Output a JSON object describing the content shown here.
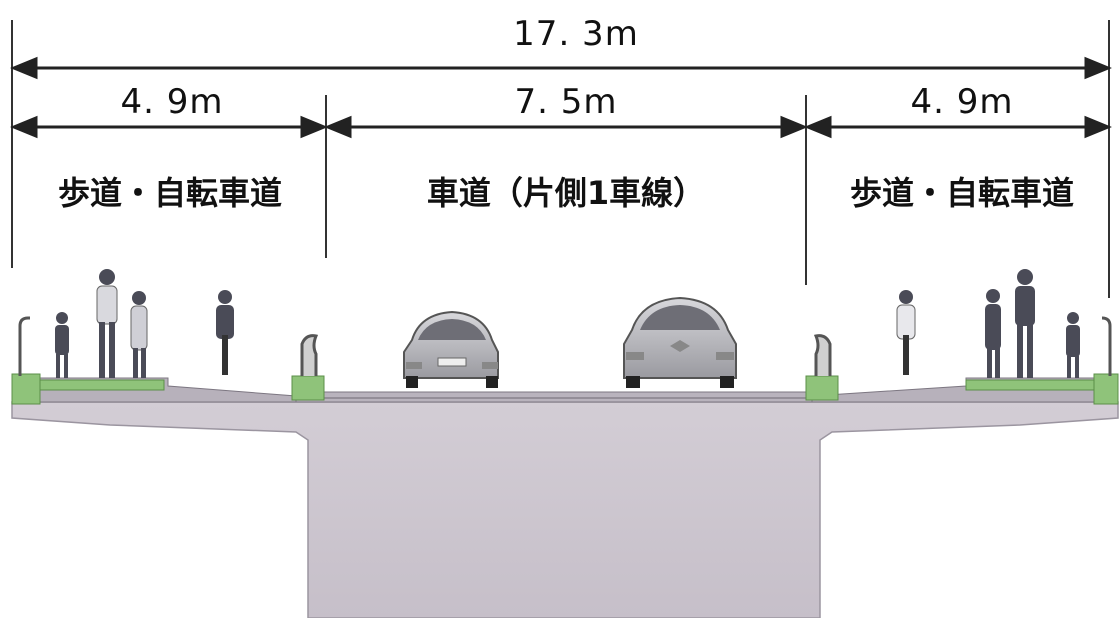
{
  "dimensions": {
    "total": "17. 3m",
    "left_sidewalk": "4. 9m",
    "roadway": "7. 5m",
    "right_sidewalk": "4. 9m"
  },
  "zones": {
    "left": "歩道・自転車道",
    "center": "車道（片側1車線）",
    "right": "歩道・自転車道"
  },
  "colors": {
    "deck": "#c9c2cb",
    "deck_edge": "#8c8690",
    "green_strip": "#8fc37a",
    "line": "#222222"
  }
}
